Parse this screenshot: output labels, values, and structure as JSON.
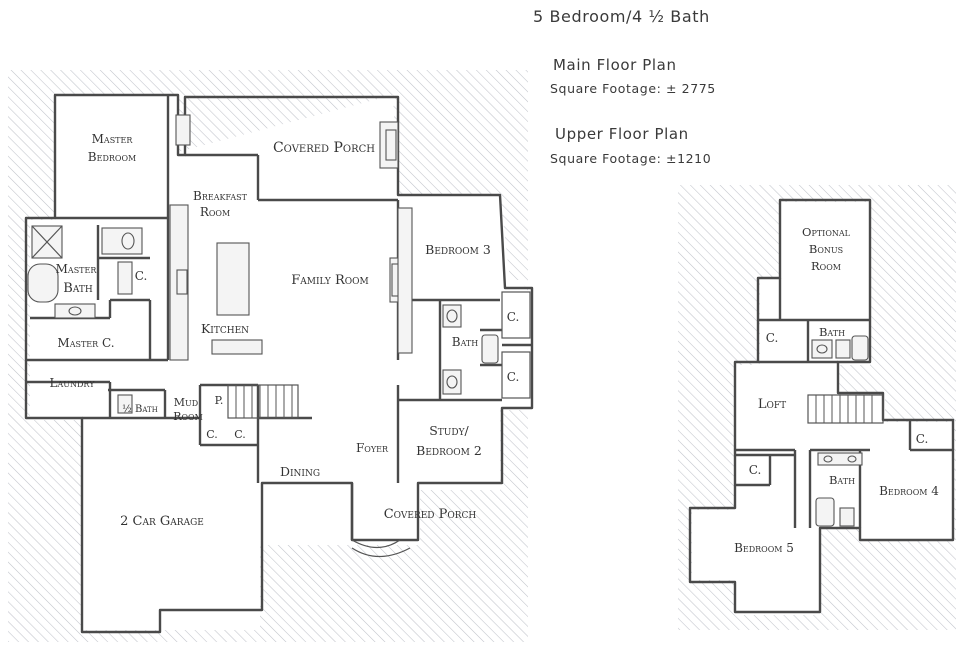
{
  "header": {
    "bed_bath": "5 Bedroom/4 ½ Bath",
    "main_title": "Main Floor Plan",
    "main_sqft": "Square Footage: ± 2775",
    "upper_title": "Upper Floor Plan",
    "upper_sqft": "Square Footage: ±1210"
  },
  "main_floor": {
    "master_bedroom": [
      "Master",
      "Bedroom"
    ],
    "covered_porch_rear": "Covered Porch",
    "breakfast_room": [
      "Breakfast",
      "Room"
    ],
    "family_room": "Family Room",
    "bedroom_3": "Bedroom 3",
    "master_bath": [
      "Master",
      "Bath"
    ],
    "closet_a": "C.",
    "kitchen": "Kitchen",
    "master_closet": "Master C.",
    "closet_b": "C.",
    "bath": "Bath",
    "closet_c": "C.",
    "laundry": "Laundry",
    "half_bath": "½ Bath",
    "mud_room": [
      "Mud",
      "Room"
    ],
    "pantry": "P.",
    "closet_d": "C.",
    "closet_e": "C.",
    "study": [
      "Study/",
      "Bedroom 2"
    ],
    "foyer": "Foyer",
    "dining": "Dining",
    "garage": "2 Car Garage",
    "covered_porch_front": "Covered Porch"
  },
  "upper_floor": {
    "bonus_room": [
      "Optional",
      "Bonus",
      "Room"
    ],
    "closet_a": "C.",
    "bath_a": "Bath",
    "loft": "Loft",
    "closet_b": "C.",
    "closet_c": "C.",
    "bath_b": "Bath",
    "bedroom_4": "Bedroom 4",
    "bedroom_5": "Bedroom 5"
  }
}
